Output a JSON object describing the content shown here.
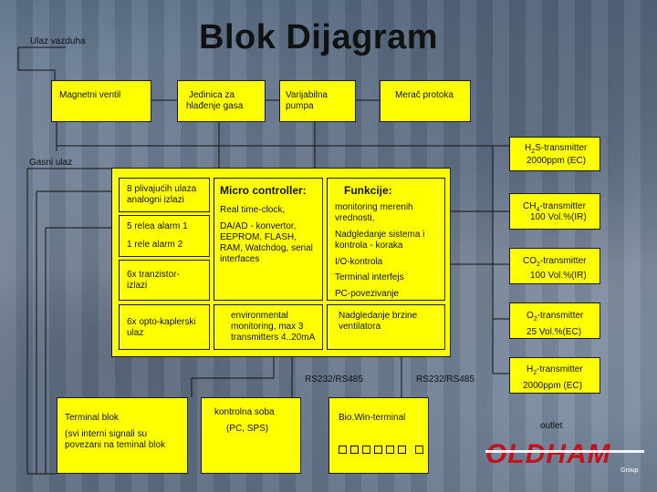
{
  "title": "Blok Dijagram",
  "labels": {
    "air_inlet": "Ulaz vazduha",
    "gas_inlet": "Gasni ulaz",
    "outlet": "outlet"
  },
  "top_boxes": {
    "magnetic_valve": "Magnetni ventil",
    "cooling_unit_l1": "Jedinica za",
    "cooling_unit_l2": "hlađenje gasa",
    "variable_pump_l1": "Varijabilna",
    "variable_pump_l2": "pumpa",
    "flow_meter": "Merač protoka"
  },
  "left_inner": {
    "analog_l1": "8 plivajućih ulaza",
    "analog_l2": "analogni izlazi",
    "relay_alarm1": "5 relea alarm 1",
    "relay_alarm2": "1 rele alarm 2",
    "transistor_l1": "6x tranzistor-",
    "transistor_l2": "izlazi",
    "opto_l1": "6x opto-kaplerski",
    "opto_l2": "ulaz"
  },
  "micro": {
    "heading": "Micro controller:",
    "realtime": "Real time-clock,",
    "dad_l1": "DA/AD - konvertor,",
    "dad_l2": "EEPROM, FLASH,",
    "dad_l3": "RAM, Watchdog, serial",
    "dad_l4": "interfaces",
    "env_l1": "environmental",
    "env_l2": "monitoring, max 3",
    "env_l3": "transmitters 4..20mA"
  },
  "functions": {
    "heading": "Funkcije:",
    "monitoring_l1": "monitoring merenih",
    "monitoring_l2": "vrednosti,",
    "supervision_l1": "Nadgledanje sistema i",
    "supervision_l2": "kontrola - koraka",
    "io": "I/O-kontrola",
    "terminal_interface": "Terminal interfejs",
    "pc_link": "PC-povezivanje",
    "pump_supervision_l1": "Nadgledanje brzine",
    "pump_supervision_l2": "ventilatora"
  },
  "bus": {
    "rs_left": "RS232/RS485",
    "rs_right": "RS232/RS485"
  },
  "bottom_boxes": {
    "terminal_block_l1": "Terminal blok",
    "terminal_block_l2": "(svi interni signali su",
    "terminal_block_l3": "povezani na teminal blok",
    "control_room_l1": "kontrolna soba",
    "control_room_l2": "(PC, SPS)",
    "biowin": "Bio.Win-terminal"
  },
  "transmitters": {
    "h2s_gas": "H",
    "h2s_sub": "2",
    "h2s_rest": "S-transmitter",
    "h2s_range": "2000ppm (EC)",
    "ch4_gas": "CH",
    "ch4_sub": "4",
    "ch4_rest": "-transmitter",
    "ch4_range": "100 Vol.%(IR)",
    "co2_gas": "CO",
    "co2_sub": "2",
    "co2_rest": "-transmitter",
    "co2_range": "100 Vol.%(IR)",
    "o2_gas": "O",
    "o2_sub": "2",
    "o2_rest": "-transmitter",
    "o2_range": "25 Vol.%(EC)",
    "h2_gas": "H",
    "h2_sub": "2",
    "h2_rest": "-transmitter",
    "h2_range": "2000ppm (EC)"
  },
  "logo": {
    "brand": "OLDHAM",
    "sub": "Group"
  },
  "colors": {
    "box": "#ffff00",
    "logo": "#c0141c"
  }
}
